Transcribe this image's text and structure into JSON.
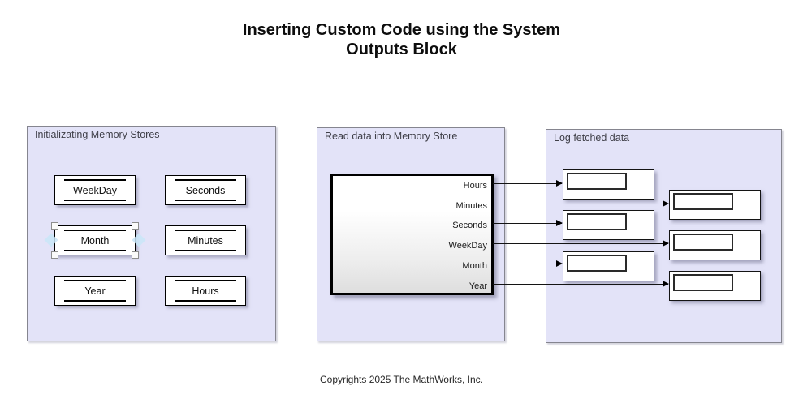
{
  "title": {
    "line1": "Inserting Custom Code using the System",
    "line2": "Outputs Block"
  },
  "copyright": "Copyrights 2025 The MathWorks, Inc.",
  "colors": {
    "canvas_background": "#ffffff",
    "area_fill": "#e3e3f8",
    "area_border": "#85858f",
    "block_fill": "#ffffff",
    "block_border": "#000000",
    "wire": "#141414",
    "selection_affordance_blue": "#c9e6f8"
  },
  "areas": {
    "initializing": {
      "label": "Initializating Memory Stores",
      "stores": [
        {
          "name": "WeekDay",
          "selected": false
        },
        {
          "name": "Seconds",
          "selected": false
        },
        {
          "name": "Month",
          "selected": true
        },
        {
          "name": "Minutes",
          "selected": false
        },
        {
          "name": "Year",
          "selected": false
        },
        {
          "name": "Hours",
          "selected": false
        }
      ]
    },
    "read": {
      "label": "Read data into Memory Store",
      "ports": [
        {
          "name": "Hours"
        },
        {
          "name": "Minutes"
        },
        {
          "name": "Seconds"
        },
        {
          "name": "WeekDay"
        },
        {
          "name": "Month"
        },
        {
          "name": "Year"
        }
      ]
    },
    "log": {
      "label": "Log fetched data",
      "displays": [
        {
          "value": ""
        },
        {
          "value": ""
        },
        {
          "value": ""
        },
        {
          "value": ""
        },
        {
          "value": ""
        },
        {
          "value": ""
        }
      ]
    }
  },
  "connections": [
    {
      "from_port": "Hours",
      "to": "display-1"
    },
    {
      "from_port": "Minutes",
      "to": "display-4"
    },
    {
      "from_port": "Seconds",
      "to": "display-2"
    },
    {
      "from_port": "WeekDay",
      "to": "display-5"
    },
    {
      "from_port": "Month",
      "to": "display-3"
    },
    {
      "from_port": "Year",
      "to": "display-6"
    }
  ]
}
